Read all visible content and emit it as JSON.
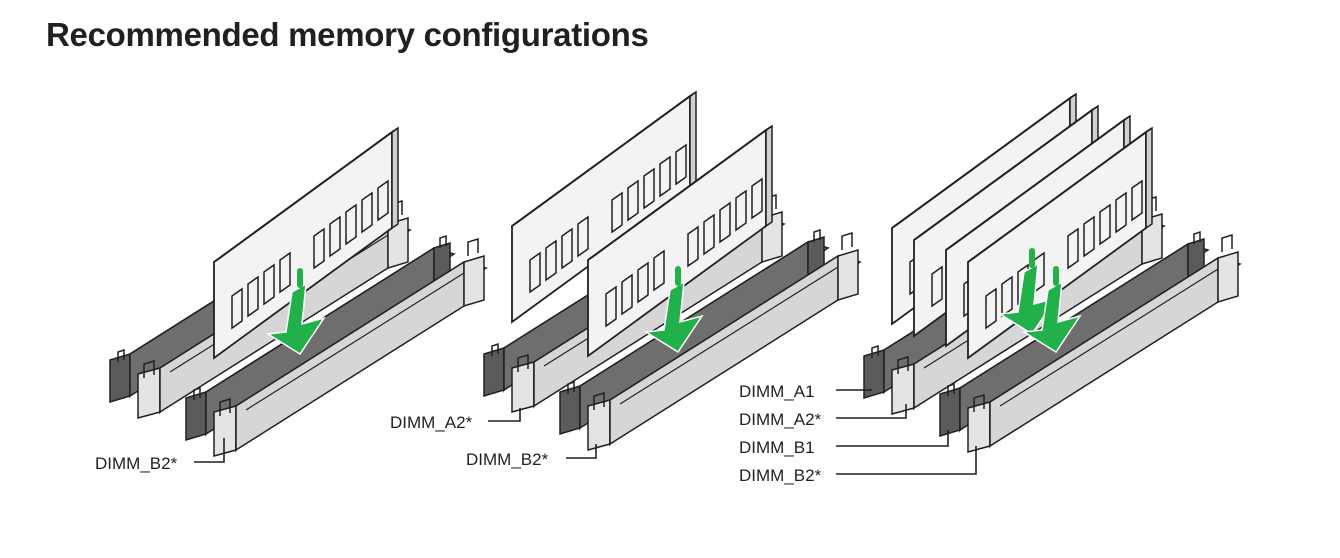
{
  "title": "Recommended memory configurations",
  "colors": {
    "ink": "#231f20",
    "slot_dark": "#5b5b5b",
    "slot_mid": "#8a8a8a",
    "slot_light": "#dcdcdc",
    "module": "#f3f3f3",
    "arrow": "#22b04b"
  },
  "configs": [
    {
      "labels": [
        "DIMM_B2*"
      ]
    },
    {
      "labels": [
        "DIMM_A2*",
        "DIMM_B2*"
      ]
    },
    {
      "labels": [
        "DIMM_A1",
        "DIMM_A2*",
        "DIMM_B1",
        "DIMM_B2*"
      ]
    }
  ]
}
